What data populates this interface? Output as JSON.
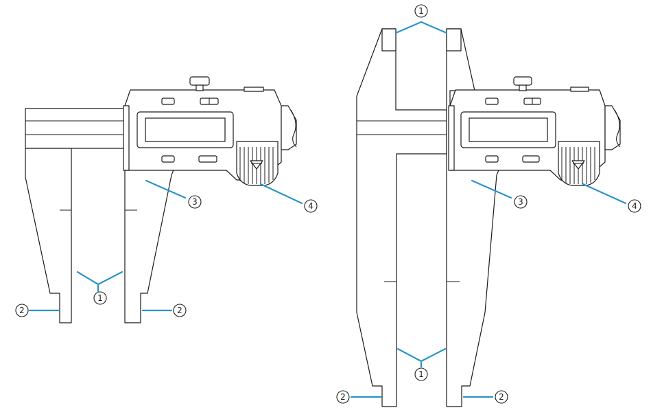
{
  "colors": {
    "outline": "#1a1a1a",
    "leader": "#2a93c9",
    "background": "#ffffff"
  },
  "figures": [
    {
      "name": "caliper-inside-jaw-type",
      "callouts": [
        {
          "number": "1",
          "label": "①"
        },
        {
          "number": "2",
          "label": "②"
        },
        {
          "number": "2",
          "label": "②"
        },
        {
          "number": "3",
          "label": "③"
        },
        {
          "number": "4",
          "label": "④"
        }
      ]
    },
    {
      "name": "caliper-outside-and-inside-jaw-type",
      "callouts": [
        {
          "number": "1",
          "label": "①"
        },
        {
          "number": "1",
          "label": "①"
        },
        {
          "number": "2",
          "label": "②"
        },
        {
          "number": "2",
          "label": "②"
        },
        {
          "number": "3",
          "label": "③"
        },
        {
          "number": "4",
          "label": "④"
        }
      ]
    }
  ]
}
